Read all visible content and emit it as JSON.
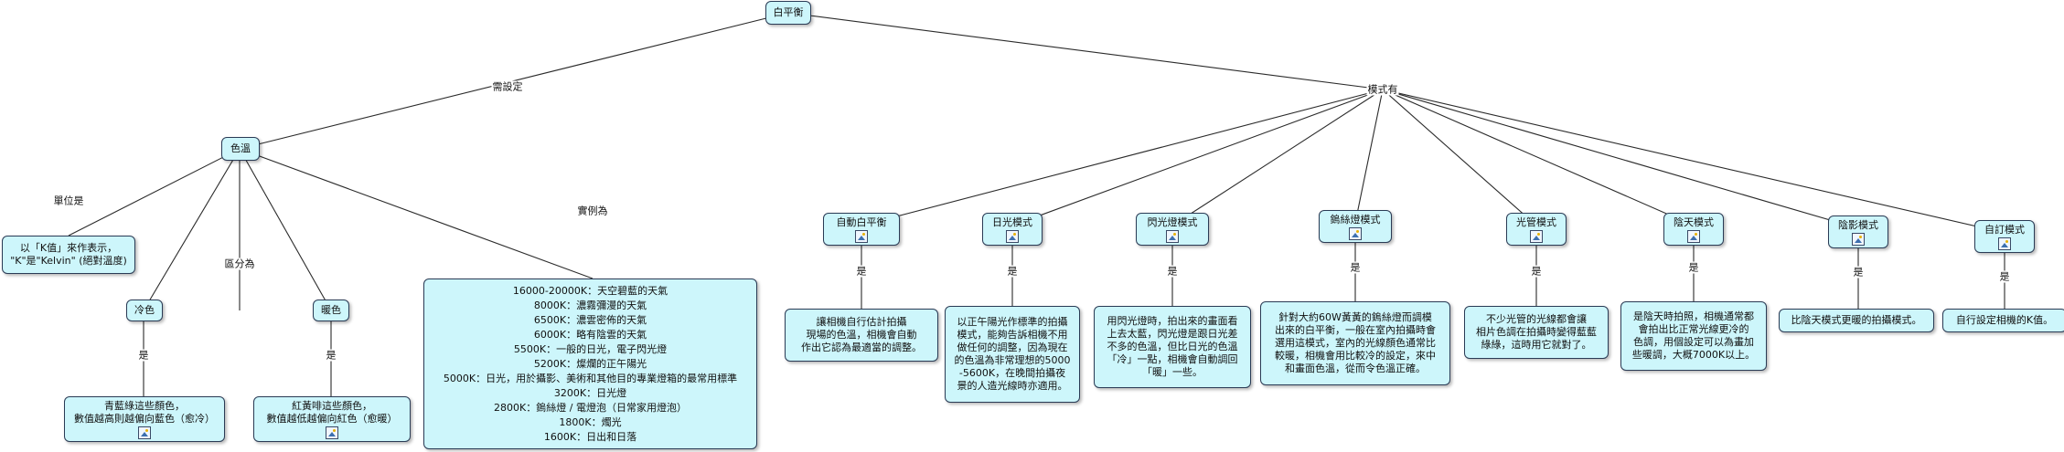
{
  "root": {
    "label": "白平衡"
  },
  "links": {
    "set": "需設定",
    "has_modes": "模式有",
    "unit": "單位是",
    "divided": "區分為",
    "example": "實例為",
    "is": "是"
  },
  "color_temp": {
    "label": "色溫",
    "unit_text": "以「K值」來作表示，\n\"K\"是\"Kelvin\" (絕對溫度)",
    "cold": {
      "label": "冷色",
      "desc": "青藍綠這些顏色，\n數值越高則越偏向藍色（愈冷）"
    },
    "warm": {
      "label": "暖色",
      "desc": "紅黃啡這些顏色，\n數值越低越偏向紅色（愈暖）"
    },
    "examples": "16000-20000K：天空碧藍的天氣\n8000K：濃霧彌漫的天氣\n6500K：濃雲密佈的天氣\n6000K：略有陰雲的天氣\n5500K：一般的日光，電子閃光燈\n5200K：燦爛的正午陽光\n5000K：日光，用於攝影、美術和其他目的專業燈箱的最常用標準\n3200K：日光燈\n2800K：鎢絲燈 / 電燈泡（日常家用燈泡）\n1800K：燭光\n1600K：日出和日落"
  },
  "modes": [
    {
      "label": "自動白平衡",
      "desc": "讓相機自行估計拍攝\n現場的色溫，相機會自動\n作出它認為最適當的調整。"
    },
    {
      "label": "日光模式",
      "desc": "以正午陽光作標準的拍攝\n模式，能夠告訴相機不用\n做任何的調整，因為現在\n的色溫為非常理想的5000\n-5600K，在晚間拍攝夜\n景的人造光線時亦適用。"
    },
    {
      "label": "閃光燈模式",
      "desc": "用閃光燈時，拍出來的畫面看\n上去太藍，閃光燈是跟日光差\n不多的色溫，但比日光的色溫\n「冷」一點，相機會自動調回\n「暖」一些。"
    },
    {
      "label": "鎢絲燈模式",
      "desc": "針對大約60W黃黃的鎢絲燈而調模\n出來的白平衡，一般在室內拍攝時會\n選用這模式，室內的光線顏色通常比\n較暖，相機會用比較冷的設定，來中\n和畫面色溫，從而令色溫正確。"
    },
    {
      "label": "光管模式",
      "desc": "不少光管的光線都會讓\n相片色調在拍攝時變得藍藍\n綠綠，這時用它就對了。"
    },
    {
      "label": "陰天模式",
      "desc": "是陰天時拍照，相機通常都\n會拍出比正常光線更冷的\n色調，用個設定可以為畫加\n些暖調，大概7000K以上。"
    },
    {
      "label": "陰影模式",
      "desc": "比陰天模式更暖的拍攝模式。"
    },
    {
      "label": "自訂模式",
      "desc": "自行設定相機的K值。"
    }
  ]
}
